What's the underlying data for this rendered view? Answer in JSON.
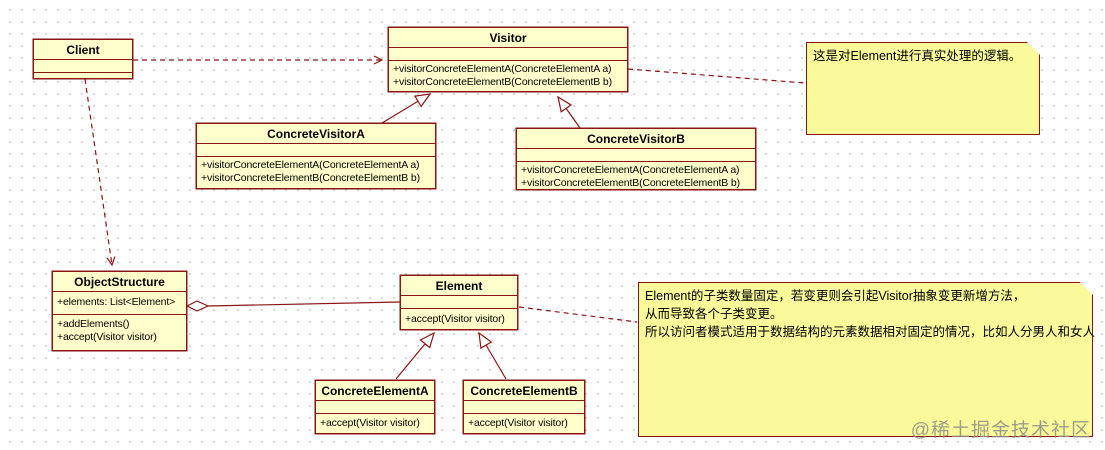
{
  "colors": {
    "border": "#8b1414",
    "class_fill": "#ffffcc",
    "note_fill": "#fafa9b",
    "background_dot": "#c9c9c9",
    "watermark_color": "#8f8f85"
  },
  "classes": {
    "client": {
      "title": "Client",
      "attributes": [],
      "methods": []
    },
    "visitor": {
      "title": "Visitor",
      "attributes": [],
      "methods": [
        "+visitorConcreteElementA(ConcreteElementA a)",
        "+visitorConcreteElementB(ConcreteElementB b)"
      ]
    },
    "concrete_visitor_a": {
      "title": "ConcreteVisitorA",
      "attributes": [],
      "methods": [
        "+visitorConcreteElementA(ConcreteElementA a)",
        "+visitorConcreteElementB(ConcreteElementB b)"
      ]
    },
    "concrete_visitor_b": {
      "title": "ConcreteVisitorB",
      "attributes": [],
      "methods": [
        "+visitorConcreteElementA(ConcreteElementA a)",
        "+visitorConcreteElementB(ConcreteElementB b)"
      ]
    },
    "object_structure": {
      "title": "ObjectStructure",
      "attributes": [
        "+elements: List<Element>"
      ],
      "methods": [
        "+addElements()",
        "+accept(Visitor visitor)"
      ]
    },
    "element": {
      "title": "Element",
      "attributes": [],
      "methods": [
        "+accept(Visitor visitor)"
      ]
    },
    "concrete_element_a": {
      "title": "ConcreteElementA",
      "attributes": [],
      "methods": [
        "+accept(Visitor visitor)"
      ]
    },
    "concrete_element_b": {
      "title": "ConcreteElementB",
      "attributes": [],
      "methods": [
        "+accept(Visitor visitor)"
      ]
    }
  },
  "notes": {
    "visitor_note": {
      "text": "这是对Element进行真实处理的逻辑。"
    },
    "element_note": {
      "lines": [
        "Element的子类数量固定，若变更则会引起Visitor抽象变更新增方法，",
        "从而导致各个子类变更。",
        "所以访问者模式适用于数据结构的元素数据相对固定的情况，比如人分男人和女人"
      ]
    }
  },
  "relationships": [
    {
      "from": "Client",
      "to": "Visitor",
      "type": "dependency"
    },
    {
      "from": "Client",
      "to": "ObjectStructure",
      "type": "dependency"
    },
    {
      "from": "ConcreteVisitorA",
      "to": "Visitor",
      "type": "generalization"
    },
    {
      "from": "ConcreteVisitorB",
      "to": "Visitor",
      "type": "generalization"
    },
    {
      "from": "ObjectStructure",
      "to": "Element",
      "type": "aggregation"
    },
    {
      "from": "ConcreteElementA",
      "to": "Element",
      "type": "generalization"
    },
    {
      "from": "ConcreteElementB",
      "to": "Element",
      "type": "generalization"
    },
    {
      "from": "Visitor",
      "to": "visitor_note",
      "type": "note-anchor"
    },
    {
      "from": "Element",
      "to": "element_note",
      "type": "note-anchor"
    }
  ],
  "watermark": "@稀土掘金技术社区"
}
